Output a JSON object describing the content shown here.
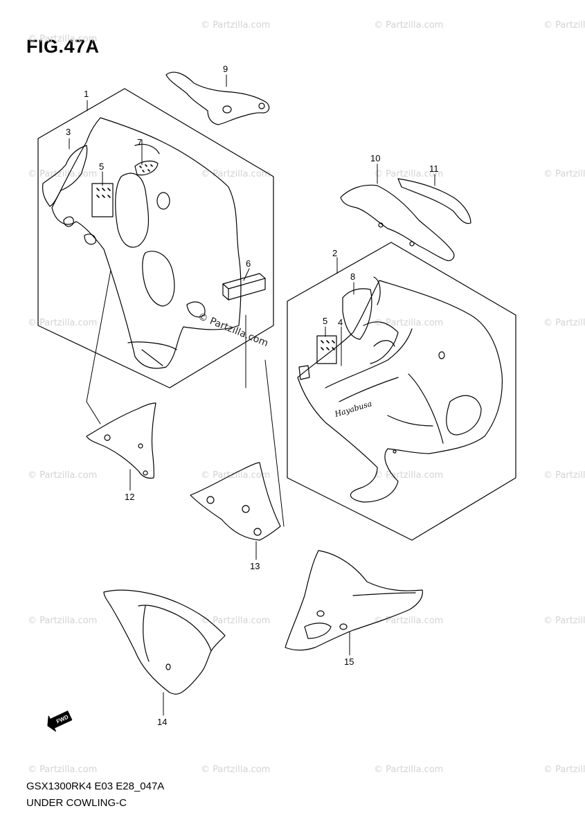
{
  "figure": {
    "title": "FIG.47A",
    "code": "GSX1300RK4 E03 E28_047A",
    "name": "UNDER COWLING-C"
  },
  "watermark": {
    "text": "© Partzilla.com",
    "color": "#d3d3d3"
  },
  "center_watermark": "© Partzilla.com",
  "fwd_badge": "FWD",
  "brand_script": "Hayabusa",
  "callouts": [
    "1",
    "2",
    "3",
    "4",
    "5",
    "5",
    "6",
    "7",
    "8",
    "9",
    "10",
    "11",
    "12",
    "13",
    "14",
    "15"
  ]
}
